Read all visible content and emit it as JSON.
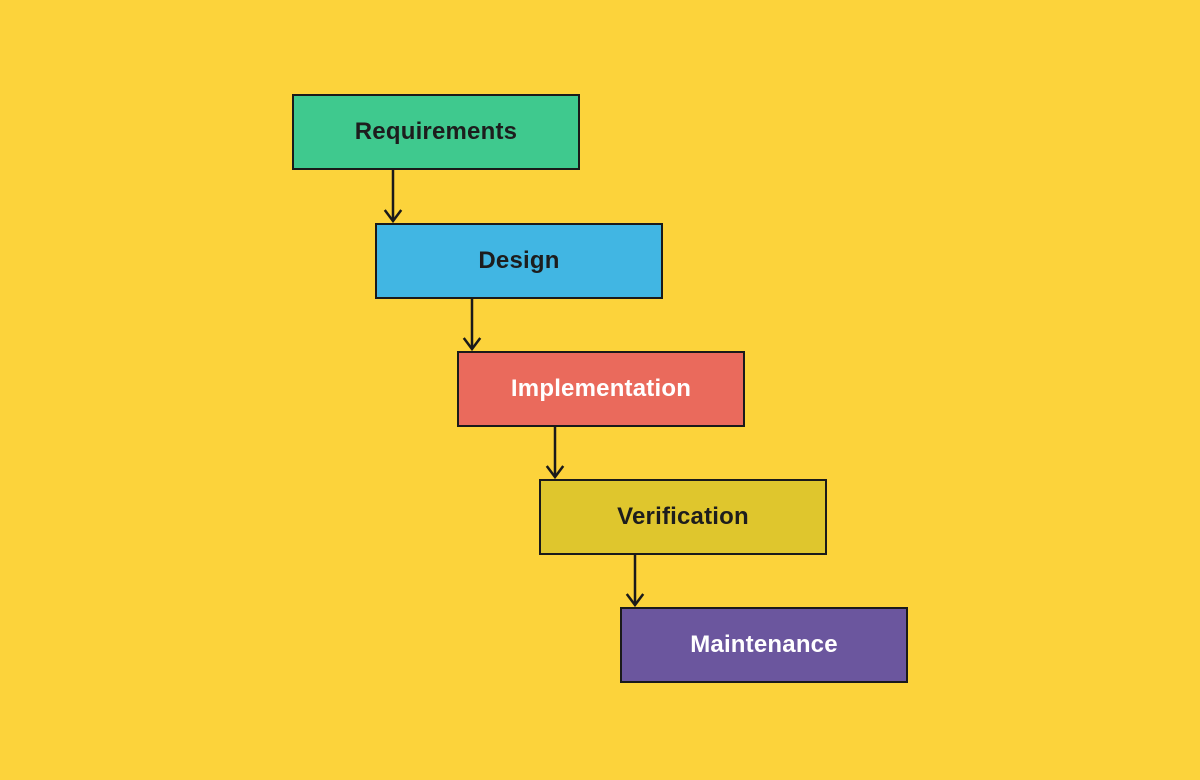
{
  "canvas": {
    "background": "#fcd33b",
    "border_color": "#1a1a1a",
    "arrow_color": "#1a1a1a"
  },
  "stages": [
    {
      "label": "Requirements",
      "color": "#3fc98e",
      "text_color": "#1d1d1d"
    },
    {
      "label": "Design",
      "color": "#41b6e3",
      "text_color": "#1d1d1d"
    },
    {
      "label": "Implementation",
      "color": "#ea6a5c",
      "text_color": "#ffffff"
    },
    {
      "label": "Verification",
      "color": "#dfc62d",
      "text_color": "#1d1d1d"
    },
    {
      "label": "Maintenance",
      "color": "#6b569e",
      "text_color": "#ffffff"
    }
  ]
}
